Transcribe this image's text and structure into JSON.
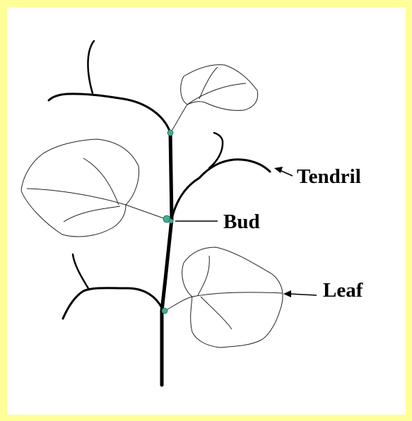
{
  "diagram": {
    "labels": {
      "tendril": "Tendril",
      "bud": "Bud",
      "leaf": "Leaf"
    },
    "colors": {
      "page_background": "#ffff99",
      "panel_background": "#ffffff",
      "bud_fill": "#3fae92",
      "line": "#000000"
    }
  }
}
